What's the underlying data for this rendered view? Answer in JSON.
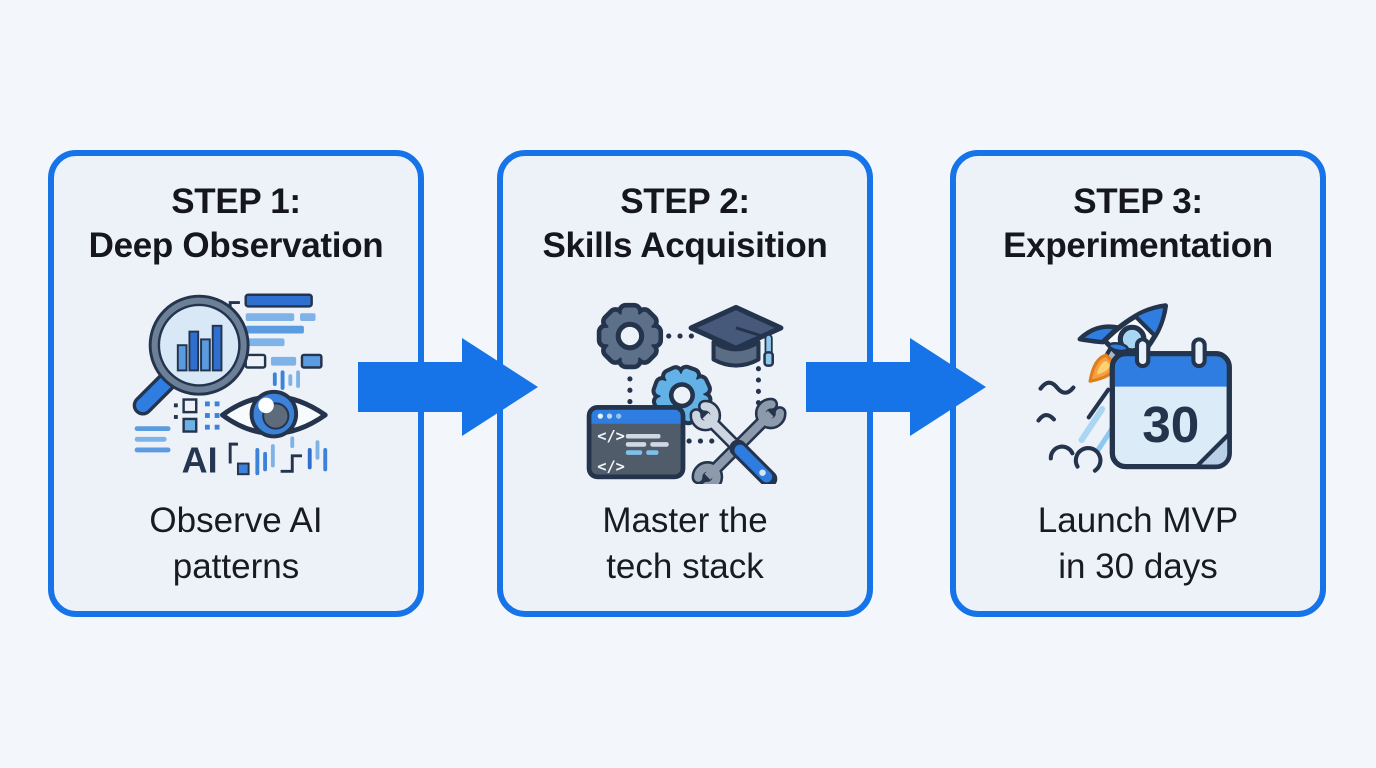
{
  "diagram": {
    "type": "3-step process flow",
    "background": "#f3f6fa",
    "accent": "#1673e8",
    "card_background": "#edf2f9",
    "text_color": "#15171c"
  },
  "steps": [
    {
      "title_line1": "STEP 1:",
      "title_line2": "Deep Observation",
      "caption_line1": "Observe AI",
      "caption_line2": "patterns",
      "icon": "ai-observation-icon"
    },
    {
      "title_line1": "STEP 2:",
      "title_line2": "Skills Acquisition",
      "caption_line1": "Master the",
      "caption_line2": "tech stack",
      "icon": "skills-tools-icon"
    },
    {
      "title_line1": "STEP 3:",
      "title_line2": "Experimentation",
      "caption_line1": "Launch MVP",
      "caption_line2": "in 30 days",
      "icon": "rocket-calendar-icon"
    }
  ],
  "icon_text": {
    "ai_label": "AI",
    "code_tag_top": "</>",
    "code_tag_bottom": "</>",
    "calendar_day": "30"
  }
}
